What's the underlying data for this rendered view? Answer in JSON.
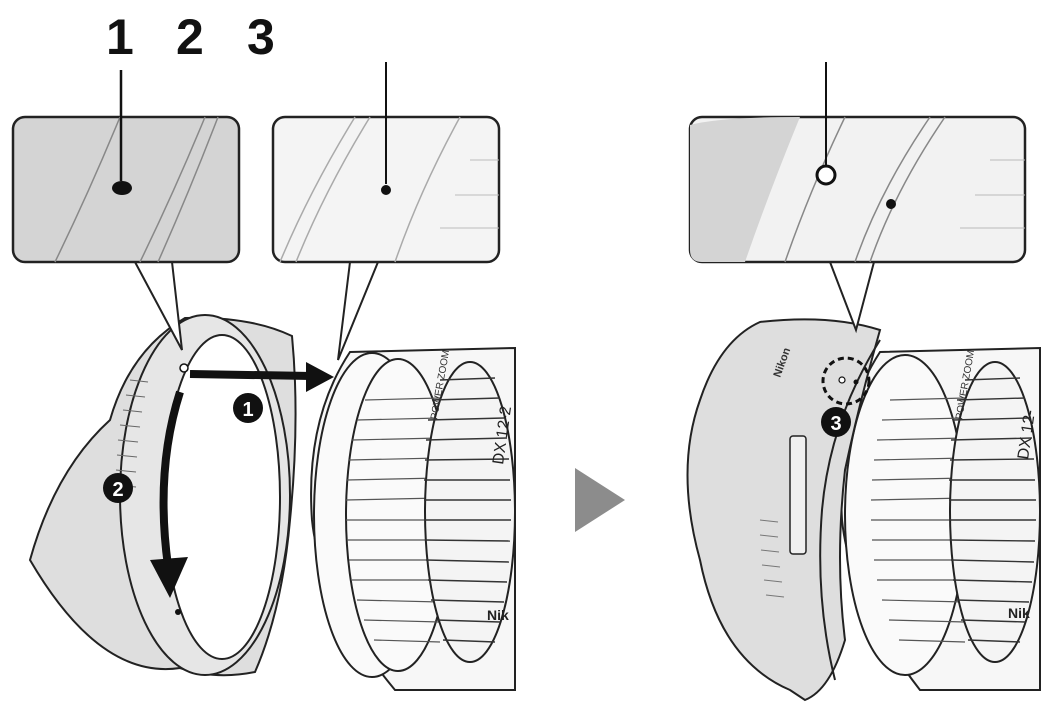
{
  "callouts": {
    "one": "1",
    "two": "2",
    "three": "3"
  },
  "steps": {
    "step1": "1",
    "step2": "2",
    "step3": "3"
  },
  "lens_labels": {
    "brand_hood": "Nikon",
    "brand_lens_left": "Nik",
    "brand_lens_right": "Nik",
    "model_left": "DX 12-2",
    "model_right": "DX 12-",
    "power_zoom_left": "POWER ZOOM",
    "power_zoom_right": "POWER ZOOM"
  },
  "colors": {
    "inset_fill": "#d4d4d4",
    "hood_fill": "#dedede",
    "outline": "#222222",
    "arrow_gray": "#8c8c8c",
    "marker_dark": "#111111"
  },
  "icons": {
    "next_arrow": "triangle-right-icon",
    "step_badge": "filled-circle-number"
  }
}
